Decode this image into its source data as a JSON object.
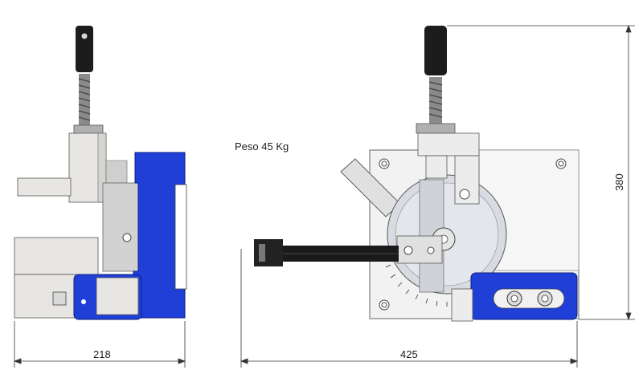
{
  "weight_label": "Peso 45 Kg",
  "dimensions": {
    "side_width": "218",
    "front_width": "425",
    "height": "380"
  },
  "colors": {
    "body_blue": "#1f3fd6",
    "handle": "#1c1c1c",
    "spring": "#7a7a7a",
    "plate": "#eeeeee",
    "line": "#333333"
  }
}
